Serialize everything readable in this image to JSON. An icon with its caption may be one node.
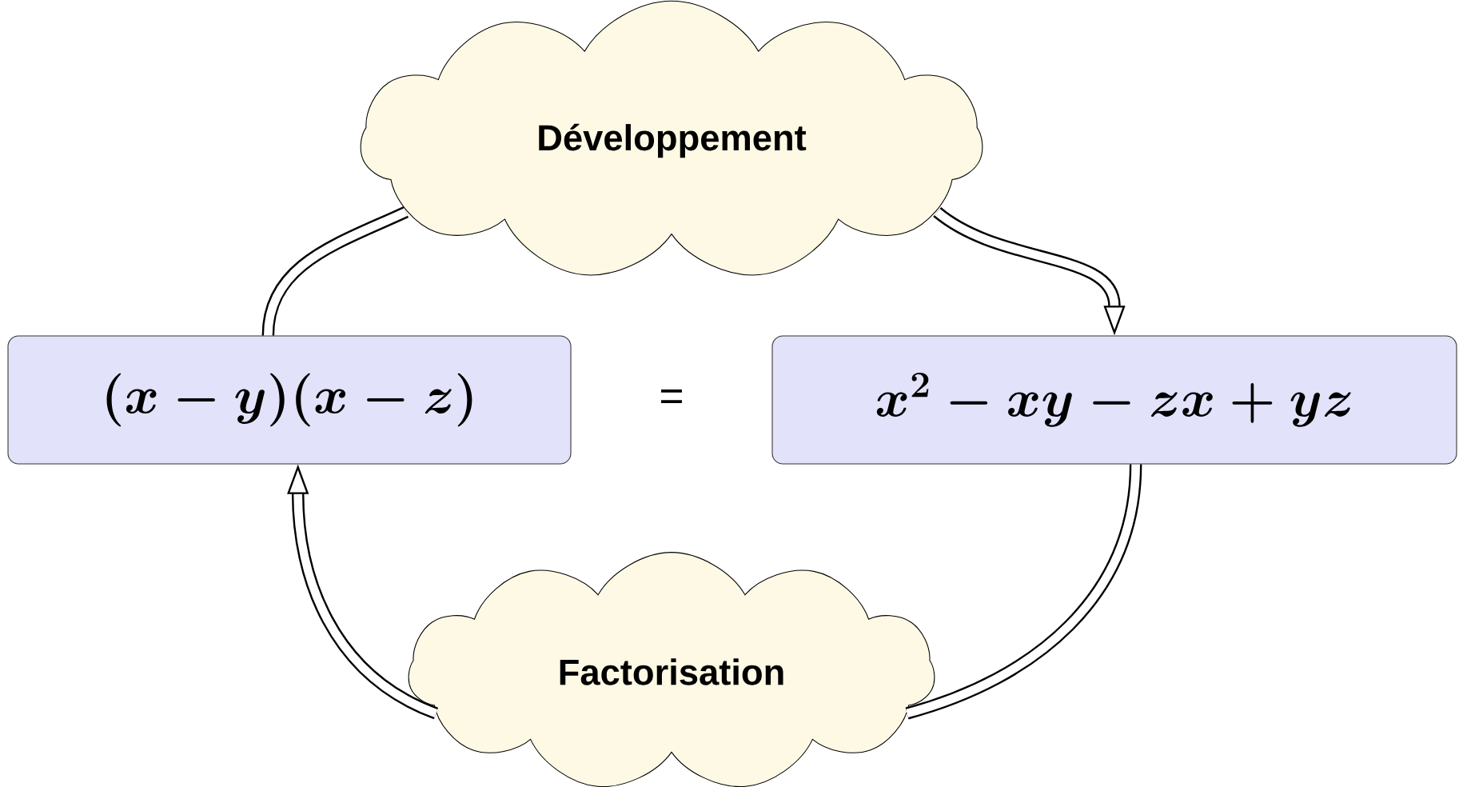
{
  "diagram": {
    "nodes": [
      {
        "text": [
          "(x-y)(x-z)"
        ]
      },
      {
        "text": [
          "x^2-xy-zx+yz"
        ]
      },
      {
        "text": [
          "Développement"
        ]
      },
      {
        "text": [
          "Factorisation"
        ]
      }
    ],
    "edges": [
      {
        "from": 0,
        "to": 2,
        "arrow": "none"
      },
      {
        "from": 2,
        "to": 1,
        "arrow": "to"
      },
      {
        "from": 1,
        "to": 3,
        "arrow": "none"
      },
      {
        "from": 3,
        "to": 0,
        "arrow": "to"
      }
    ],
    "labels": [
      "="
    ]
  }
}
